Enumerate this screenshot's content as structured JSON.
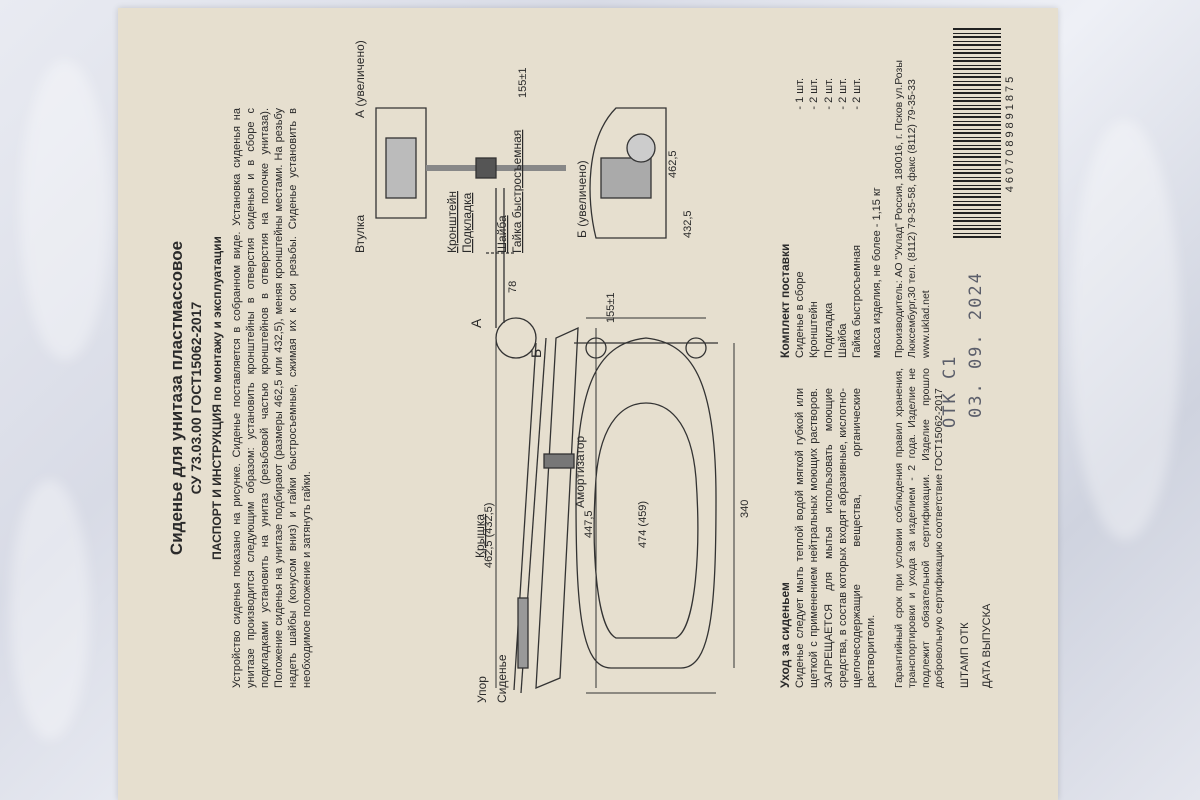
{
  "document": {
    "title": "Сиденье для унитаза пластмассовое",
    "model": "СУ 73.03.00  ГОСТ15062-2017",
    "passport": "ПАСПОРТ И ИНСТРУКЦИЯ по монтажу и эксплуатации",
    "description": "Устройство сиденья показано на рисунке. Сиденье поставляется в собранном виде. Установка сиденья на унитазе производится следующим образом: установить кронштейны в отверстия сиденья и в сборе с подкладками установить на унитаз (резьбовой частью кронштейнов в отверстия на полочке унитаза). Положение сиденья на унитазе подбирают (размеры 462,5 или 432,5), меняя кронштейны местами. На резьбу надеть шайбы (конусом вниз) и гайки быстросъемные, сжимая их к оси резьбы. Сиденье установить в необходимое положение и затянуть гайки.",
    "care_title": "Уход за сиденьем",
    "care_text": "Сиденье следует мыть теплой водой мягкой губкой или щеткой с применением нейтральных моющих растворов. ЗАПРЕЩАЕТСЯ для мытья использовать моющие средства, в состав которых входят абразивные, кислотно-щелочесодержащие вещества, органические растворители.",
    "kit_title": "Комплект поставки",
    "kit": [
      {
        "name": "Сиденье в сборе",
        "qty": "- 1 шт."
      },
      {
        "name": "Кронштейн",
        "qty": "- 2 шт."
      },
      {
        "name": "Подкладка",
        "qty": "- 2 шт."
      },
      {
        "name": "Шайба",
        "qty": "- 2 шт."
      },
      {
        "name": "Гайка быстросъемная",
        "qty": "- 2 шт."
      }
    ],
    "mass": "масса изделия, не более  - 1,15 кг",
    "warranty": "Гарантийный срок при условии соблюдения правил хранения, транспортировки и ухода за изделием - 2 года. Изделие не подлежит обязательной сертификации. Изделие прошло добровольную сертификацию соответствие ГОСТ15062-2017",
    "producer": "Производитель: АО \"Уклад\" Россия, 180016, г. Псков ул.Розы Люксембург,30 тел. (8112) 79-35-58, факс (8112) 79-35-33 www.uklad.net",
    "stamp_label": "ШТАМП ОТК",
    "date_label": "ДАТА ВЫПУСКА",
    "stamp_value": "ОТК С1",
    "date_value": "03. 09. 2024",
    "barcode": "4607089891875"
  },
  "drawing": {
    "labels": {
      "upor": "Упор",
      "siden": "Сиденье",
      "kryshka": "Крышка",
      "amort": "Амортизатор",
      "a": "А",
      "b": "Б",
      "vtulka": "Втулка",
      "kronsht": "Кронштейн",
      "podkl": "Подкладка",
      "shaiba": "Шайба",
      "gaika": "Гайка быстросъемная",
      "a_zoom": "А (увеличено)",
      "b_zoom": "Б (увеличено)"
    },
    "dims": {
      "d78": "78",
      "d462": "462,5 (432,5)",
      "d447": "447,5",
      "d474": "474 (459)",
      "d340": "340",
      "d155": "155±1",
      "d155b": "155±1",
      "d4625": "462,5",
      "d4325": "432,5"
    }
  }
}
